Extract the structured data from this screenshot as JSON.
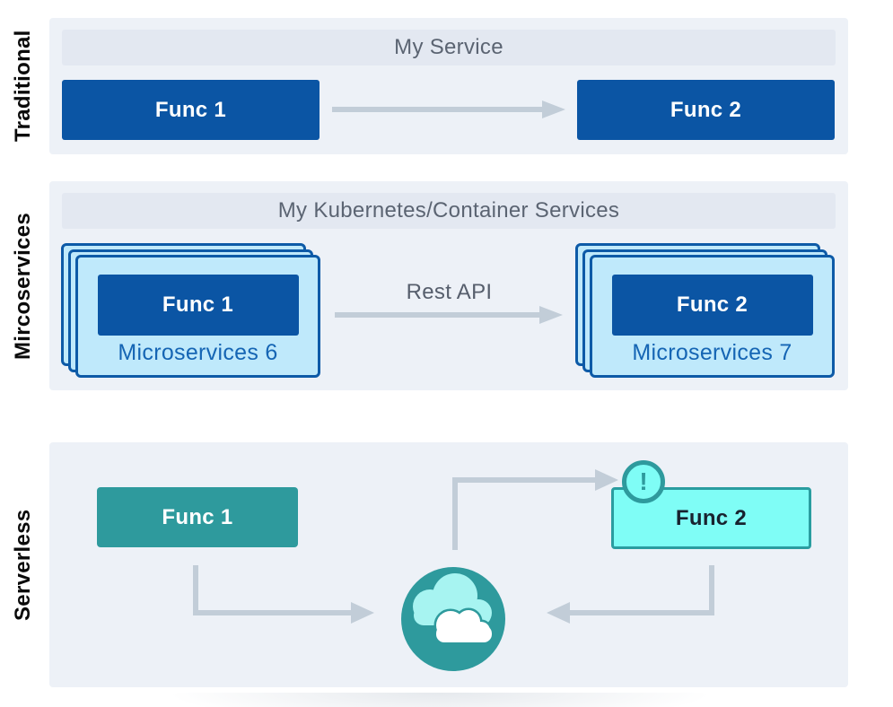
{
  "sections": {
    "traditional": {
      "side_label": "Traditional",
      "header": "My Service",
      "func1_label": "Func 1",
      "func2_label": "Func 2"
    },
    "microservices": {
      "side_label": "Mircoservices",
      "header": "My Kubernetes/Container Services",
      "func1_label": "Func 1",
      "func2_label": "Func 2",
      "stack1_caption": "Microservices 6",
      "stack2_caption": "Microservices 7",
      "arrow_label": "Rest API"
    },
    "serverless": {
      "side_label": "Serverless",
      "func1_label": "Func 1",
      "func2_label": "Func 2",
      "warning_glyph": "!"
    }
  },
  "icons": {
    "cloud": "cloud-icon",
    "warning": "exclamation-icon"
  },
  "colors": {
    "panel_bg": "#edf1f7",
    "header_bar_bg": "#e3e8f1",
    "header_text": "#5b6472",
    "dark_blue": "#0b55a4",
    "card_fill": "#bfe9fb",
    "card_border": "#0d5aa7",
    "card_caption_text": "#1565b4",
    "arrow": "#c2cdd8",
    "teal": "#2e9a9d",
    "cyan": "#7ffdf6",
    "cyan_box_text": "#18222e",
    "back_cloud": "#a7f4f1",
    "front_cloud": "#ffffff",
    "side_label_text": "#0a0a0a"
  }
}
